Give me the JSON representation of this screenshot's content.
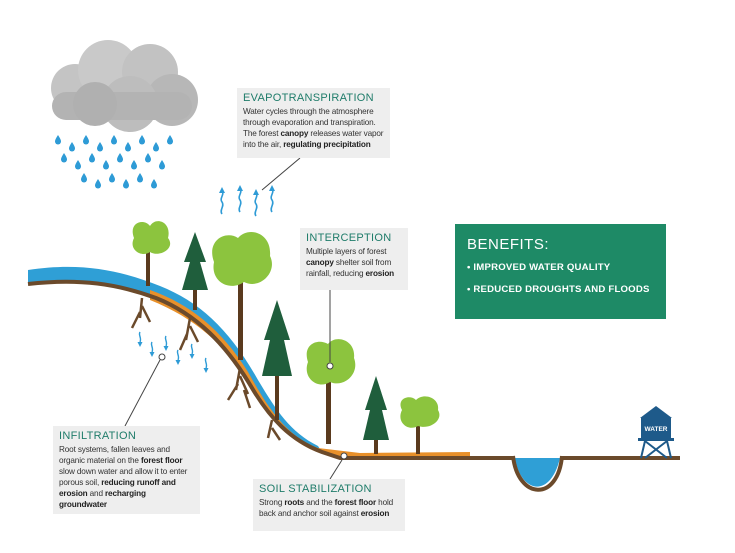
{
  "callouts": {
    "evapotranspiration": {
      "title": "EVAPOTRANSPIRATION",
      "parts": [
        {
          "t": "Water cycles through the atmosphere through evaporation and transpiration. The forest "
        },
        {
          "t": "canopy",
          "b": true
        },
        {
          "t": " releases water vapor into the air, "
        },
        {
          "t": "regulating precipitation",
          "b": true
        }
      ]
    },
    "interception": {
      "title": "INTERCEPTION",
      "parts": [
        {
          "t": "Multiple layers of forest "
        },
        {
          "t": "canopy",
          "b": true
        },
        {
          "t": " shelter soil from rainfall, reducing "
        },
        {
          "t": "erosion",
          "b": true
        }
      ]
    },
    "infiltration": {
      "title": "INFILTRATION",
      "parts": [
        {
          "t": "Root systems, fallen leaves and organic material on the "
        },
        {
          "t": "forest floor",
          "b": true
        },
        {
          "t": " slow down water and allow it to enter porous soil, "
        },
        {
          "t": "reducing runoff and erosion",
          "b": true
        },
        {
          "t": " and "
        },
        {
          "t": "recharging groundwater",
          "b": true
        }
      ]
    },
    "soil_stabilization": {
      "title": "SOIL STABILIZATION",
      "parts": [
        {
          "t": "Strong "
        },
        {
          "t": "roots",
          "b": true
        },
        {
          "t": " and the "
        },
        {
          "t": "forest floor",
          "b": true
        },
        {
          "t": " hold back and anchor soil against "
        },
        {
          "t": "erosion",
          "b": true
        }
      ]
    }
  },
  "benefits": {
    "title": "BENEFITS:",
    "items": [
      "• IMPROVED WATER QUALITY",
      "• REDUCED DROUGHTS AND FLOODS"
    ]
  },
  "water_tower": {
    "label": "WATER"
  },
  "icons": [
    "rain-cloud-icon",
    "tree-icon",
    "pine-tree-icon",
    "water-tower-icon",
    "vapor-arrow-icon"
  ],
  "colors": {
    "benefits_bg": "#1e8a66",
    "callout_title": "#1f7c6a",
    "callout_bg": "#eeeeee",
    "water": "#2f9fd6",
    "soil": "#6b4a2b",
    "forest_floor": "#e8902a",
    "tree_leaf": "#8cc43e",
    "pine": "#1f5e3c",
    "cloud": "#bfbfbf",
    "rain": "#2e9bd6"
  }
}
